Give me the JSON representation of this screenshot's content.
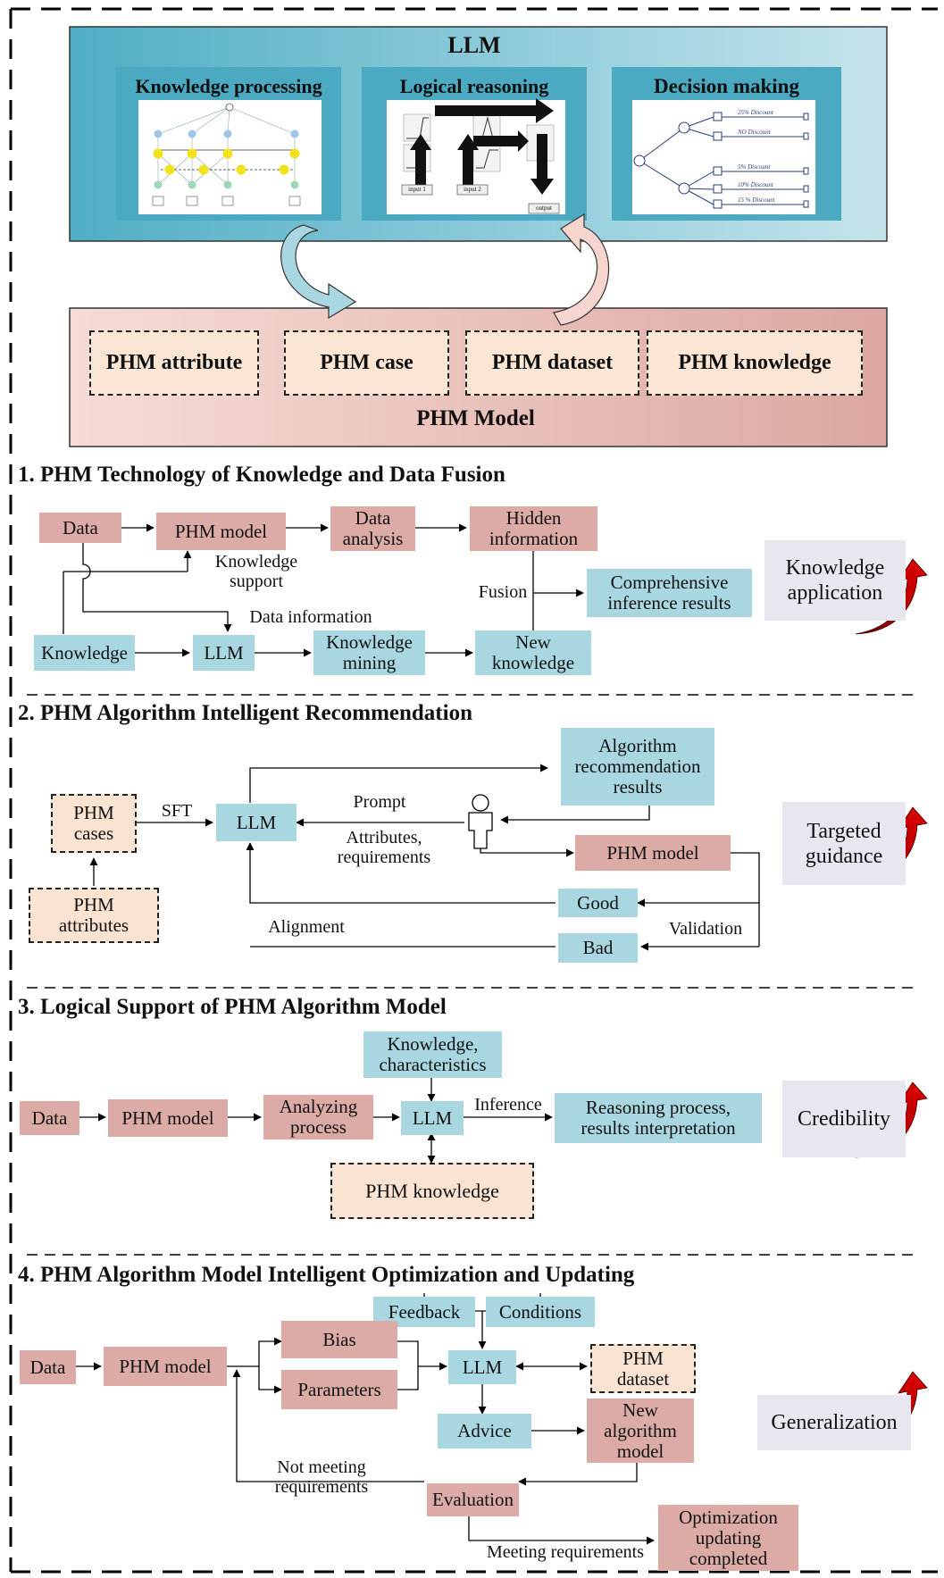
{
  "top": {
    "llm_title": "LLM",
    "panels": [
      {
        "title": "Knowledge processing"
      },
      {
        "title": "Logical reasoning"
      },
      {
        "title": "Decision making"
      }
    ],
    "tree_labels": [
      "25% Discount",
      "NO Discount",
      "5% Discount",
      "10% Discount",
      "15 % Discount"
    ],
    "logic_labels": [
      "input 1",
      "input 2",
      "output"
    ],
    "phm_items": [
      "PHM attribute",
      "PHM case",
      "PHM dataset",
      "PHM knowledge"
    ],
    "phm_title": "PHM Model"
  },
  "s1": {
    "title": "1. PHM Technology of Knowledge and Data Fusion",
    "data": "Data",
    "phm_model": "PHM model",
    "data_analysis": "Data\nanalysis",
    "hidden_info": "Hidden\ninformation",
    "knowledge_support": "Knowledge\nsupport",
    "fusion": "Fusion",
    "comprehensive": "Comprehensive\ninference results",
    "data_information": "Data information",
    "knowledge": "Knowledge",
    "llm": "LLM",
    "knowledge_mining": "Knowledge\nmining",
    "new_knowledge": "New\nknowledge",
    "badge": "Knowledge\napplication"
  },
  "s2": {
    "title": "2. PHM Algorithm Intelligent Recommendation",
    "phm_cases": "PHM\ncases",
    "sft": "SFT",
    "llm": "LLM",
    "prompt": "Prompt",
    "attrs_req": "Attributes,\nrequirements",
    "algo_rec": "Algorithm\nrecommendation\nresults",
    "phm_model": "PHM model",
    "phm_attributes": "PHM\nattributes",
    "good": "Good",
    "bad": "Bad",
    "alignment": "Alignment",
    "validation": "Validation",
    "badge": "Targeted\nguidance"
  },
  "s3": {
    "title": "3. Logical Support of PHM Algorithm Model",
    "knowledge_char": "Knowledge,\ncharacteristics",
    "data": "Data",
    "phm_model": "PHM model",
    "analyzing": "Analyzing\nprocess",
    "llm": "LLM",
    "inference": "Inference",
    "reasoning": "Reasoning process,\nresults interpretation",
    "phm_knowledge": "PHM knowledge",
    "badge": "Credibility"
  },
  "s4": {
    "title": "4. PHM Algorithm Model Intelligent Optimization and Updating",
    "feedback": "Feedback",
    "conditions": "Conditions",
    "data": "Data",
    "phm_model": "PHM model",
    "bias": "Bias",
    "parameters": "Parameters",
    "llm": "LLM",
    "phm_dataset": "PHM\ndataset",
    "advice": "Advice",
    "new_algo": "New\nalgorithm\nmodel",
    "not_meeting": "Not meeting\nrequirements",
    "evaluation": "Evaluation",
    "meeting": "Meeting requirements",
    "opt_done": "Optimization\nupdating\ncompleted",
    "badge": "Generalization"
  },
  "colors": {
    "pink_box": "#dcaba6",
    "blue_box": "#a9d7e1",
    "peach_box": "#fbe3d2",
    "badge_bg": "#e8e6ee",
    "red_arrow": "#c00000",
    "llm_panel": "#5fb4c8"
  }
}
